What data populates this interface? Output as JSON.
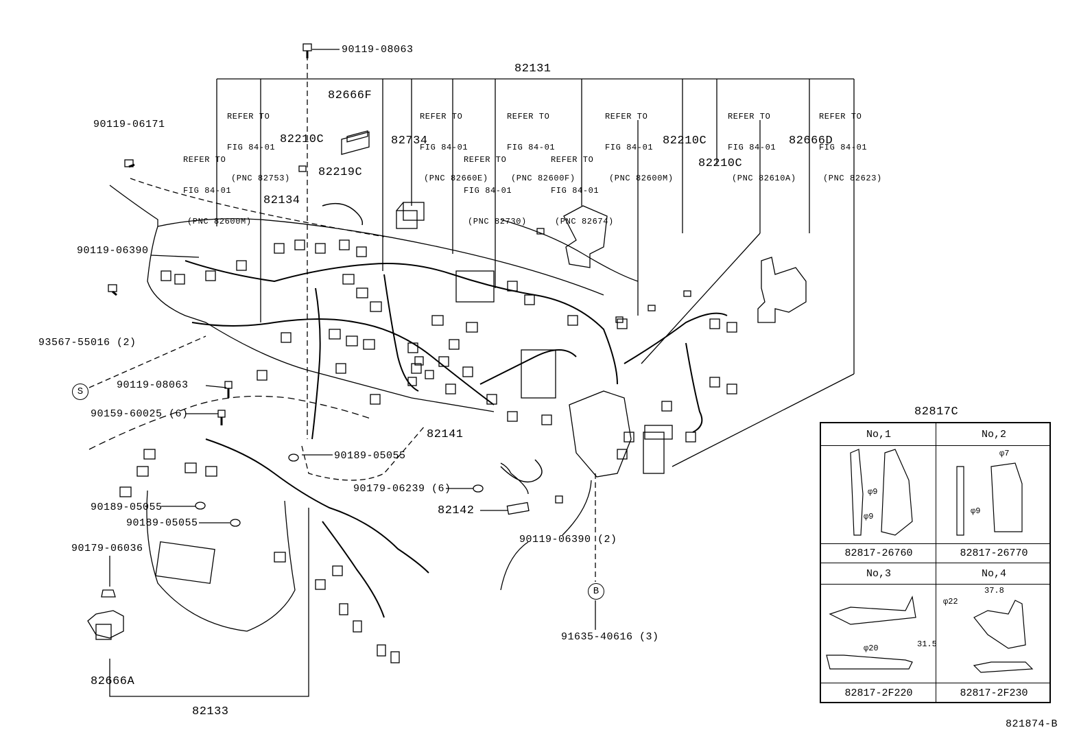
{
  "parts": {
    "p82131": "82131",
    "p90119_08063_top": "90119-08063",
    "p82666F": "82666F",
    "p90119_06171": "90119-06171",
    "p82210C_a": "82210C",
    "p82219C": "82219C",
    "p82734": "82734",
    "p82210C_b": "82210C",
    "p82210C_c": "82210C",
    "p82666D": "82666D",
    "p82134": "82134",
    "p90119_06390": "90119-06390",
    "p93567_55016": "93567-55016 (2)",
    "p90119_08063_mid": "90119-08063",
    "p90159_60025": "90159-60025 (6)",
    "p90189_05055_a": "90189-05055",
    "p82141": "82141",
    "p90179_06239": "90179-06239 (6)",
    "p82142": "82142",
    "p90189_05055_b": "90189-05055",
    "p90189_05055_c": "90189-05055",
    "p90119_06390_2": "90119-06390 (2)",
    "p90179_06036": "90179-06036",
    "p82666A": "82666A",
    "p82133": "82133",
    "p91635_40616": "91635-40616 (3)",
    "p82817C": "82817C",
    "figure_code": "821874-B"
  },
  "refs": [
    {
      "l1": "REFER TO",
      "l2": "FIG 84-01",
      "l3": "(PNC 82753)"
    },
    {
      "l1": "REFER TO",
      "l2": "FIG 84-01",
      "l3": "(PNC 82600M)"
    },
    {
      "l1": "REFER TO",
      "l2": "FIG 84-01",
      "l3": "(PNC 82660E)"
    },
    {
      "l1": "REFER TO",
      "l2": "FIG 84-01",
      "l3": "(PNC 82730)"
    },
    {
      "l1": "REFER TO",
      "l2": "FIG 84-01",
      "l3": "(PNC 82600F)"
    },
    {
      "l1": "REFER TO",
      "l2": "FIG 84-01",
      "l3": "(PNC 82674)"
    },
    {
      "l1": "REFER TO",
      "l2": "FIG 84-01",
      "l3": "(PNC 82600M)"
    },
    {
      "l1": "REFER TO",
      "l2": "FIG 84-01",
      "l3": "(PNC 82610A)"
    },
    {
      "l1": "REFER TO",
      "l2": "FIG 84-01",
      "l3": "(PNC 82623)"
    }
  ],
  "markers": {
    "s": "S",
    "b": "B"
  },
  "inset": {
    "cells": [
      {
        "no": "No,1",
        "part": "82817-26760",
        "dims": [
          "φ9",
          "φ9"
        ]
      },
      {
        "no": "No,2",
        "part": "82817-26770",
        "dims": [
          "φ7",
          "φ9"
        ]
      },
      {
        "no": "No,3",
        "part": "82817-2F220",
        "dims": [
          "φ20",
          "31.5"
        ]
      },
      {
        "no": "No,4",
        "part": "82817-2F230",
        "dims": [
          "37.8",
          "φ22"
        ]
      }
    ]
  }
}
